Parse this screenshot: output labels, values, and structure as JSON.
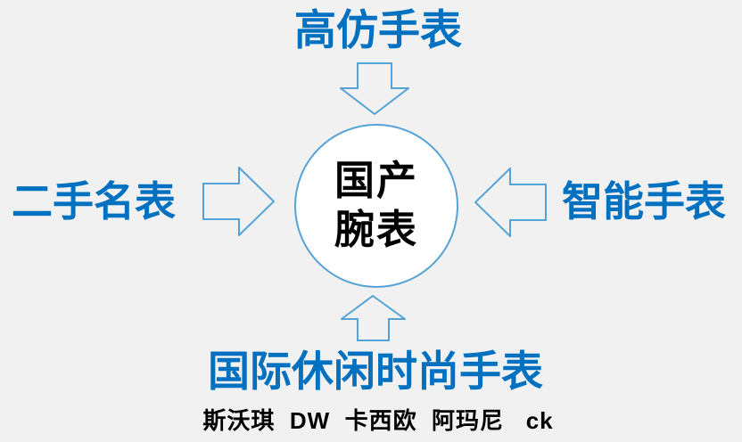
{
  "diagram": {
    "title_top": "高仿手表",
    "label_left": "二手名表",
    "label_right": "智能手表",
    "label_bottom": "国际休闲时尚手表",
    "center": {
      "line1": "国产",
      "line2": "腕表"
    },
    "footnote": "斯沃琪  DW  卡西欧  阿玛尼   ck",
    "arrows": [
      {
        "name": "arrow-down-icon",
        "direction": "down",
        "from": "高仿手表",
        "to": "国产腕表"
      },
      {
        "name": "arrow-right-icon",
        "direction": "right",
        "from": "二手名表",
        "to": "国产腕表"
      },
      {
        "name": "arrow-left-icon",
        "direction": "left",
        "from": "智能手表",
        "to": "国产腕表"
      },
      {
        "name": "arrow-up-icon",
        "direction": "up",
        "from": "国际休闲时尚手表",
        "to": "国产腕表"
      }
    ]
  },
  "colors": {
    "background": "#F1F1F2",
    "label_blue": "#0070C0",
    "outline_blue": "#55A2D6",
    "circle_fill": "#FFFFFF",
    "text_black": "#000000"
  }
}
